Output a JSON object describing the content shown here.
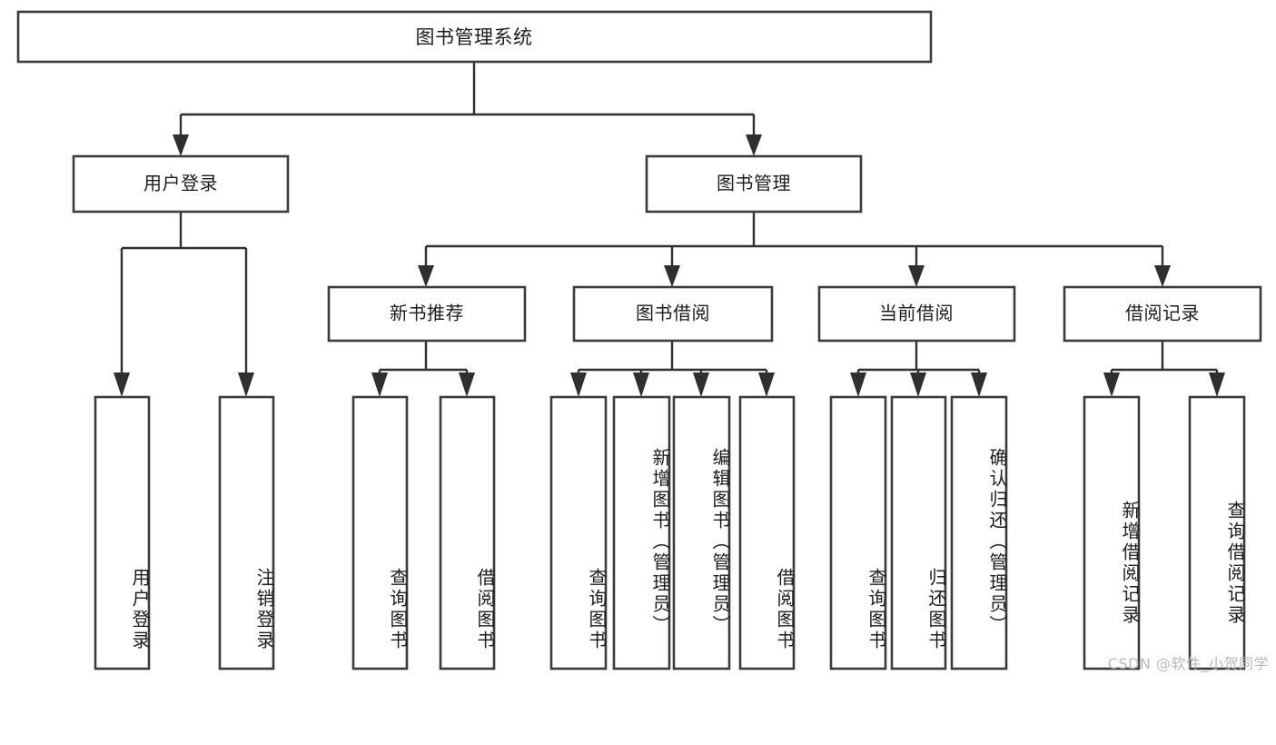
{
  "diagram": {
    "type": "tree",
    "title": "图书管理系统",
    "orientation": "top-down",
    "watermark": "CSDN @软件_小贺同学",
    "colors": {
      "box_stroke": "#3b3b3b",
      "box_fill": "#ffffff",
      "connector": "#2f2f2f",
      "text": "#1c1c1c",
      "watermark": "#b8b8b8",
      "background": "#ffffff"
    },
    "root": {
      "label": "图书管理系统"
    },
    "level2": [
      {
        "label": "用户登录"
      },
      {
        "label": "图书管理"
      }
    ],
    "level3": [
      {
        "label": "新书推荐"
      },
      {
        "label": "图书借阅"
      },
      {
        "label": "当前借阅"
      },
      {
        "label": "借阅记录"
      }
    ],
    "leaves": {
      "user_login": [
        {
          "label": "用户登录"
        },
        {
          "label": "注销登录"
        }
      ],
      "new_book_recommend": [
        {
          "label": "查询图书"
        },
        {
          "label": "借阅图书"
        }
      ],
      "book_borrow": [
        {
          "label": "查询图书"
        },
        {
          "label": "新增图书（管理员）"
        },
        {
          "label": "编辑图书（管理员）"
        },
        {
          "label": "借阅图书"
        }
      ],
      "current_borrow": [
        {
          "label": "查询图书"
        },
        {
          "label": "归还图书"
        },
        {
          "label": "确认归还（管理员）"
        }
      ],
      "borrow_record": [
        {
          "label": "新增借阅记录"
        },
        {
          "label": "查询借阅记录"
        }
      ]
    }
  }
}
